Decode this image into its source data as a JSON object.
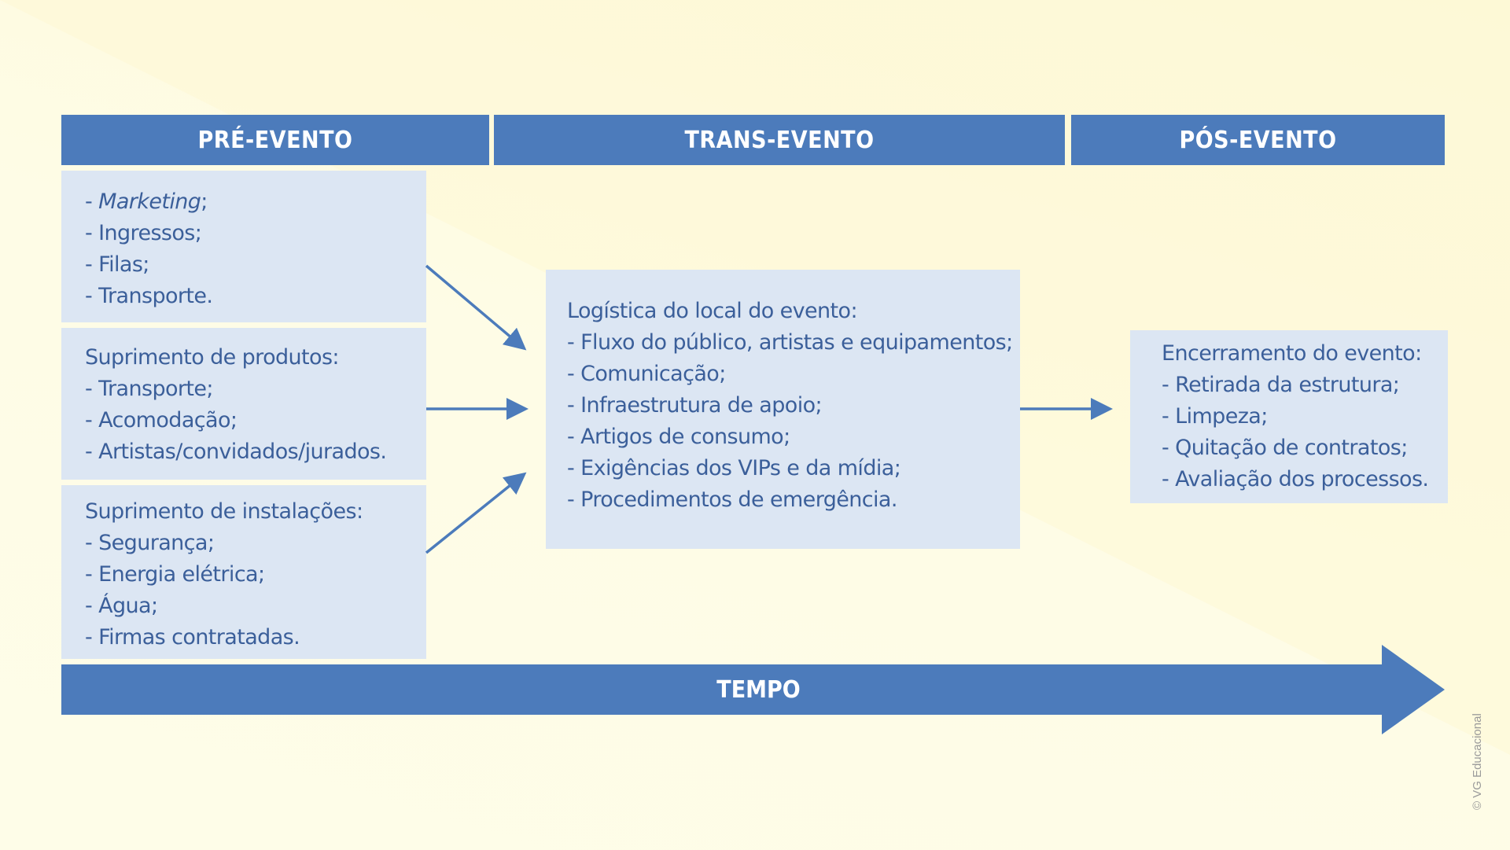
{
  "headers": {
    "pre": "PRÉ-EVENTO",
    "trans": "TRANS-EVENTO",
    "pos": "PÓS-EVENTO"
  },
  "pre_boxes": {
    "marketing": {
      "dash": "- ",
      "italic": "Marketing",
      "suffix": ";",
      "lines": [
        "- Ingressos;",
        "- Filas;",
        "- Transporte."
      ]
    },
    "produtos": {
      "lines": [
        "Suprimento de produtos:",
        "- Transporte;",
        "- Acomodação;",
        "- Artistas/convidados/jurados."
      ]
    },
    "instalacoes": {
      "lines": [
        "Suprimento de instalações:",
        "- Segurança;",
        "- Energia elétrica;",
        "- Água;",
        "- Firmas contratadas."
      ]
    }
  },
  "trans_box": {
    "lines": [
      "Logística do local do evento:",
      "- Fluxo do público, artistas e equipamentos;",
      "- Comunicação;",
      "- Infraestrutura de apoio;",
      "- Artigos de consumo;",
      "- Exigências dos VIPs e da mídia;",
      "- Procedimentos de emergência."
    ]
  },
  "pos_box": {
    "lines": [
      "Encerramento do evento:",
      "- Retirada da estrutura;",
      "- Limpeza;",
      "- Quitação de contratos;",
      "- Avaliação dos processos."
    ]
  },
  "timeline_label": "TEMPO",
  "copyright": "© VG Educacional",
  "colors": {
    "header_blue": "#4c7bbb",
    "box_fill": "#dce6f3",
    "box_text": "#3b5f9a",
    "background": "#fefde8"
  }
}
